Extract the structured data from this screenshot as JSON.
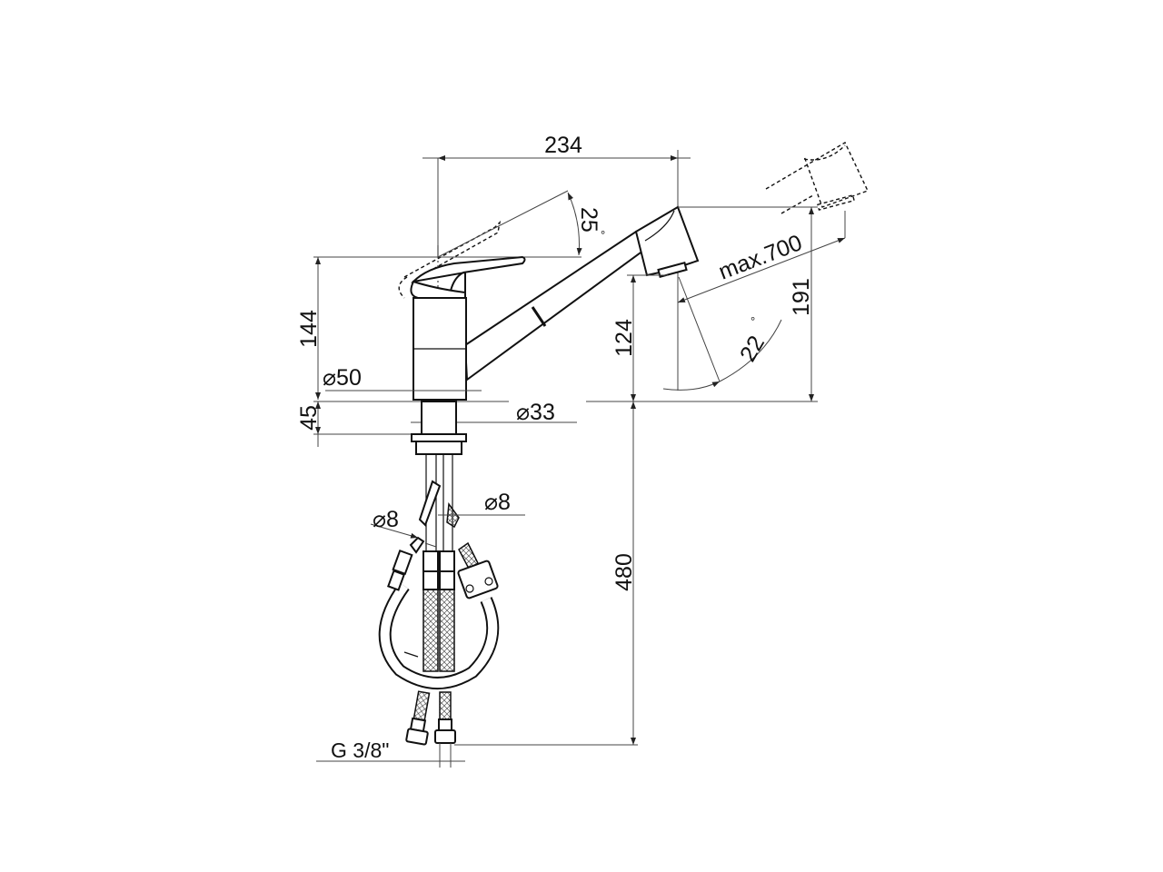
{
  "drawing": {
    "dimensions": {
      "overall_reach": "234",
      "lever_tilt_angle": "25",
      "degree_symbol": "°",
      "body_height": "144",
      "body_diameter": "⌀50",
      "shank_height": "45",
      "shank_diameter": "⌀33",
      "spout_height": "124",
      "head_pull_out": "max.700",
      "head_height": "191",
      "head_swivel_angle": "22",
      "hose_diameter_left": "⌀8",
      "hose_diameter_right": "⌀8",
      "hose_length": "480",
      "connection_thread": "G 3/8\""
    },
    "line_color": "#111111",
    "background_color": "#ffffff"
  }
}
